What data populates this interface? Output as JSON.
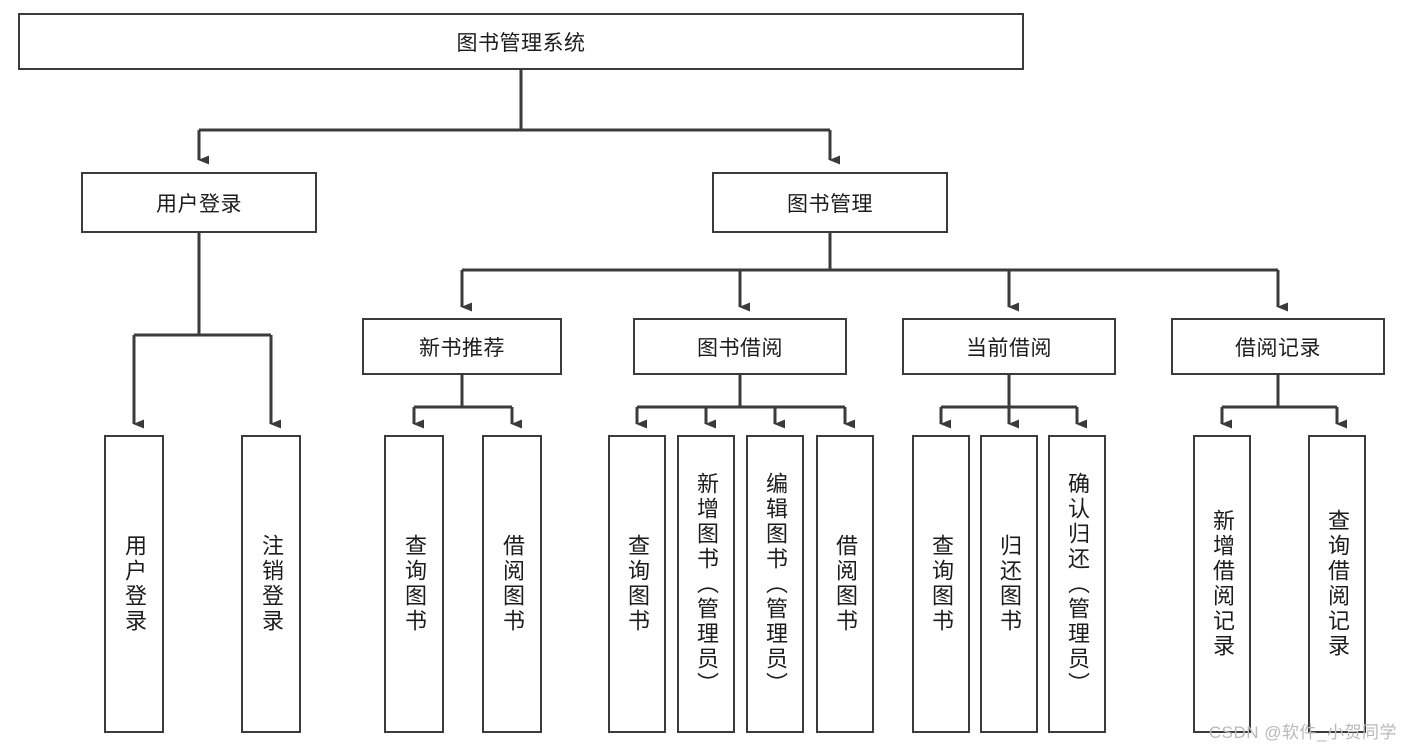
{
  "diagram": {
    "type": "tree",
    "orientation": "top-down",
    "title": "图书管理系统",
    "line_color": "#3b3b3b",
    "box_fill": "#ffffff",
    "nodes": {
      "root": {
        "label": "图书管理系统"
      },
      "level1": [
        {
          "label": "用户登录"
        },
        {
          "label": "图书管理"
        }
      ],
      "level2": [
        {
          "label": "新书推荐"
        },
        {
          "label": "图书借阅"
        },
        {
          "label": "当前借阅"
        },
        {
          "label": "借阅记录"
        }
      ],
      "leaves": {
        "user_login": [
          {
            "label": "用户登录"
          },
          {
            "label": "注销登录"
          }
        ],
        "new_book": [
          {
            "label": "查询图书"
          },
          {
            "label": "借阅图书"
          }
        ],
        "borrow_book": [
          {
            "label": "查询图书"
          },
          {
            "label": "新增图书（管理员）"
          },
          {
            "label": "编辑图书（管理员）"
          },
          {
            "label": "借阅图书"
          }
        ],
        "current_borrow": [
          {
            "label": "查询图书"
          },
          {
            "label": "归还图书"
          },
          {
            "label": "确认归还（管理员）"
          }
        ],
        "borrow_record": [
          {
            "label": "新增借阅记录"
          },
          {
            "label": "查询借阅记录"
          }
        ]
      }
    }
  },
  "watermark": {
    "text": "CSDN @软件_小贺同学",
    "color": "#b9b9b9"
  }
}
